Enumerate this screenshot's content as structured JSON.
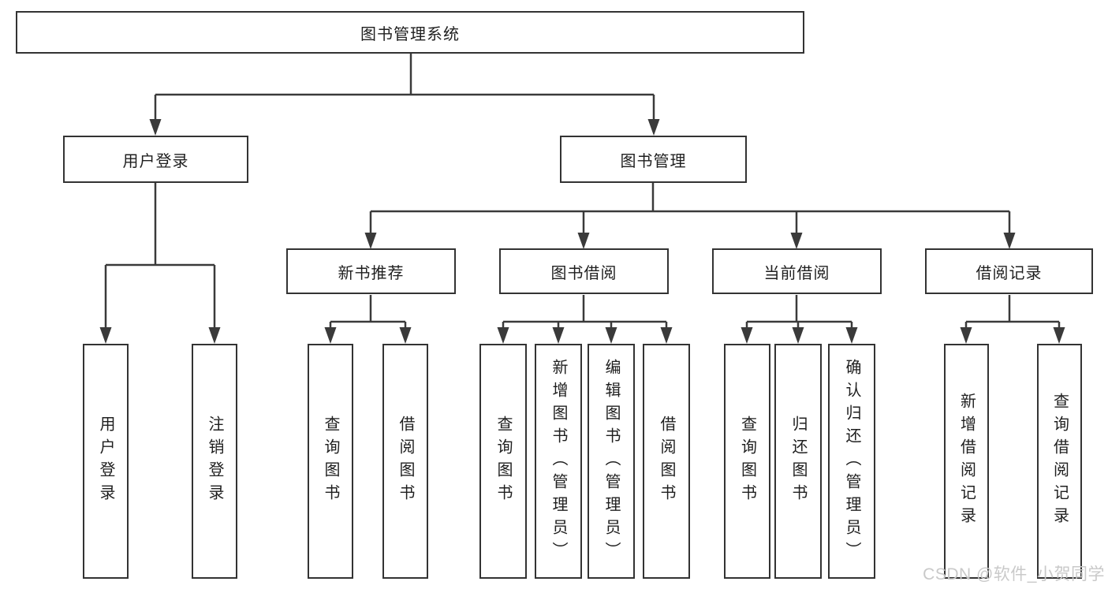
{
  "diagram": {
    "type": "hierarchy-tree",
    "colors": {
      "line": "#3a3a3a",
      "box_border": "#333333",
      "box_background": "#ffffff",
      "text": "#1f1f1f",
      "watermark_text": "#c9c9c9"
    },
    "watermark": "CSDN @软件_小贺同学",
    "nodes": {
      "root": "图书管理系统",
      "user_login": "用户登录",
      "book_mgmt": "图书管理",
      "new_book_rec": "新书推荐",
      "book_borrow": "图书借阅",
      "current_borrow": "当前借阅",
      "borrow_records": "借阅记录",
      "leaf_user_login": "用户登录",
      "leaf_logout": "注销登录",
      "leaf_rec_query_book": "查询图书",
      "leaf_rec_borrow_book": "借阅图书",
      "leaf_bb_query_book": "查询图书",
      "leaf_bb_add_book": "新增图书（管理员）",
      "leaf_bb_edit_book": "编辑图书（管理员）",
      "leaf_bb_borrow_book": "借阅图书",
      "leaf_cb_query_book": "查询图书",
      "leaf_cb_return_book": "归还图书",
      "leaf_cb_confirm_return": "确认归还（管理员）",
      "leaf_br_add_record": "新增借阅记录",
      "leaf_br_query_record": "查询借阅记录"
    },
    "edges": [
      "root->user_login",
      "root->book_mgmt",
      "user_login->leaf_user_login",
      "user_login->leaf_logout",
      "book_mgmt->new_book_rec",
      "book_mgmt->book_borrow",
      "book_mgmt->current_borrow",
      "book_mgmt->borrow_records",
      "new_book_rec->leaf_rec_query_book",
      "new_book_rec->leaf_rec_borrow_book",
      "book_borrow->leaf_bb_query_book",
      "book_borrow->leaf_bb_add_book",
      "book_borrow->leaf_bb_edit_book",
      "book_borrow->leaf_bb_borrow_book",
      "current_borrow->leaf_cb_query_book",
      "current_borrow->leaf_cb_return_book",
      "current_borrow->leaf_cb_confirm_return",
      "borrow_records->leaf_br_add_record",
      "borrow_records->leaf_br_query_record"
    ]
  }
}
